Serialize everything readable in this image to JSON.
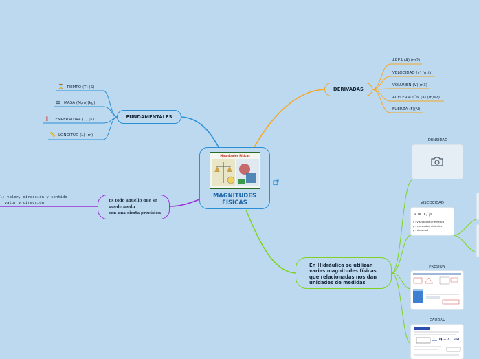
{
  "central": {
    "title_line1": "MAGNITUDES",
    "title_line2": "FÍSICAS",
    "image_caption": "Magnitudes Físicas"
  },
  "fundamentales": {
    "label": "FUNDAMENTALES",
    "items": [
      {
        "icon": "hourglass-icon",
        "glyph": "⌛",
        "label": "TIEMPO (T) (S)"
      },
      {
        "icon": "scale-icon",
        "glyph": "⚖",
        "label": "MASA (M,m)(kg)"
      },
      {
        "icon": "thermometer-icon",
        "glyph": "🌡",
        "label": "TEMPERATURA (T) (K)"
      },
      {
        "icon": "ruler-icon",
        "glyph": "📏",
        "label": "LONGITUD (L) (m)"
      }
    ]
  },
  "derivadas": {
    "label": "DERIVADAS",
    "items": [
      {
        "label": "AREA (A) (m2)"
      },
      {
        "label": "VELOCIDAD (v) (m/s)"
      },
      {
        "label": "VOLUMEN (V)(m3)"
      },
      {
        "label": "ACELERACIÓN (a) (m/s2)"
      },
      {
        "label": "FUERZA (F)(N)"
      }
    ]
  },
  "definicion": {
    "line1": "Es todo aquello que se",
    "line2": "puede medir",
    "line3": "con una cierta precisión",
    "clipped_line1": "l: valor, dirección y sentido",
    "clipped_line2": ": valor y dirección"
  },
  "hidraulica": {
    "line1": "En Hidráulica se utilizan",
    "line2": "varias magnitudes físicas",
    "line3": "que relacionadas nos dan",
    "line4": "unidades de medidas",
    "items": [
      {
        "label": "DENSIDAD"
      },
      {
        "label": "VISCOCIDAD",
        "formula": "ν = μ / ρ",
        "legend1": "ν : viscosidad cinemática",
        "legend2": "μ : viscosidad dinámica",
        "legend3": "ρ : densidad"
      },
      {
        "label": "PRESION"
      },
      {
        "label": "CAUDAL",
        "formula": "Q = A · vel"
      }
    ]
  },
  "colors": {
    "background": "#bcd9f0",
    "central_border": "#2b8fd6",
    "fundamentales_border": "#2b8fd6",
    "derivadas_border": "#f5a623",
    "definicion_border": "#9b30d9",
    "hidraulica_border": "#7ed321"
  }
}
